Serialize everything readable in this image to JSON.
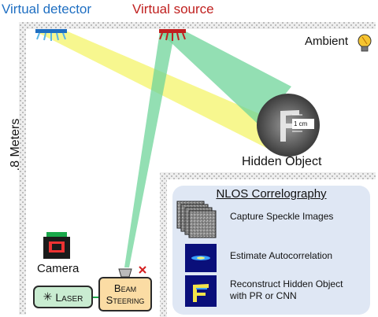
{
  "labels": {
    "virtual_detector": "Virtual detector",
    "virtual_source": "Virtual source",
    "ambient": "Ambient",
    "distance": ".8 Meters",
    "hidden_object": "Hidden Object",
    "scale": "1 cm",
    "camera": "Camera",
    "laser": "Laser",
    "beam_line1": "Beam",
    "beam_line2": "Steering"
  },
  "nlos": {
    "title": "NLOS Correlography",
    "steps": [
      {
        "text": "Capture Speckle Images"
      },
      {
        "text": "Estimate Autocorrelation"
      },
      {
        "text_line1": "Reconstruct Hidden Object",
        "text_line2": "with PR or CNN"
      }
    ]
  },
  "icons": {
    "ambient": "light-bulb-icon",
    "laser": "laser-starburst-icon",
    "x_mark": "red-x-icon"
  },
  "colors": {
    "detector_beam": "#f4f46a",
    "source_beam": "#6fd49a",
    "virtual_detector": "#1f6fc2",
    "virtual_source": "#c0201f",
    "panel": "#dfe7f4"
  }
}
